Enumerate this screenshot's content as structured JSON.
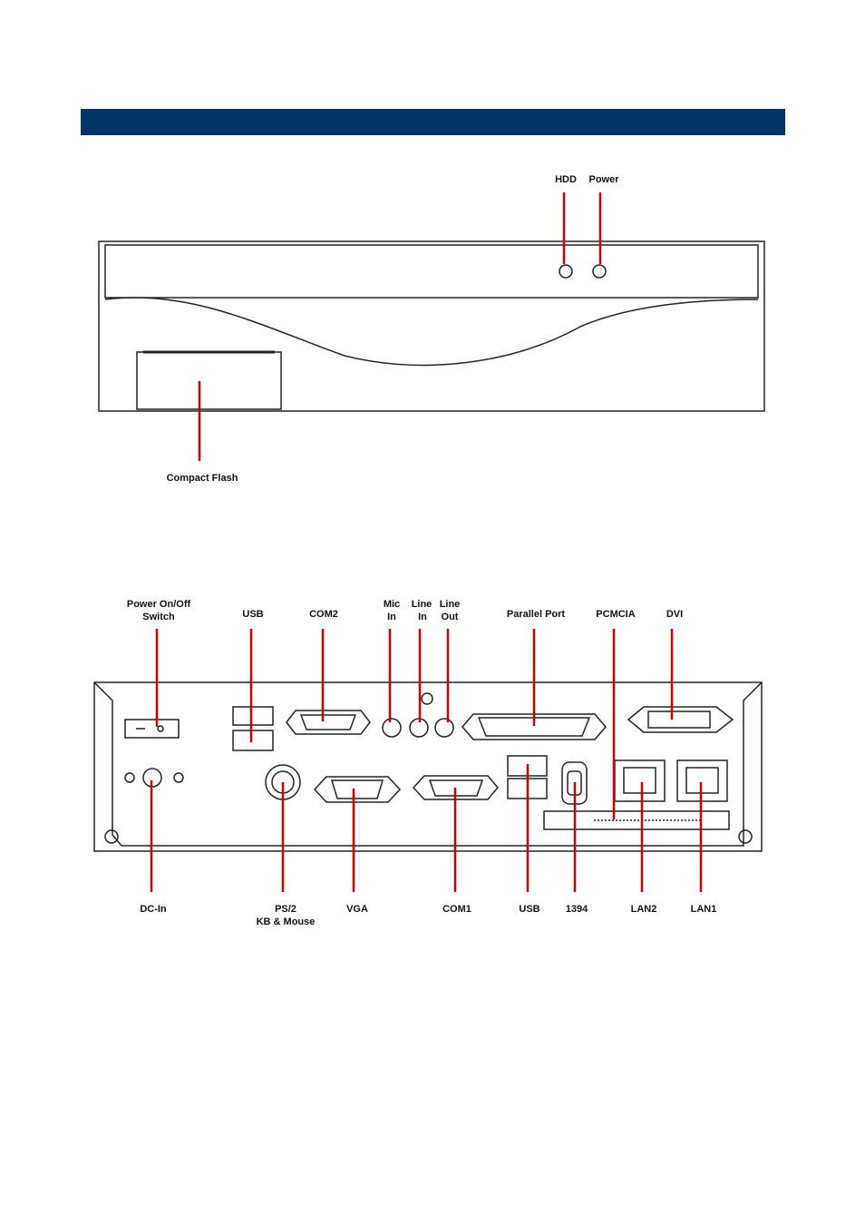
{
  "header": {
    "bar_color": "#003366"
  },
  "colors": {
    "callout": "#cc0000",
    "outline": "#222222"
  },
  "front_panel": {
    "labels": {
      "hdd": "HDD",
      "power": "Power",
      "compact_flash": "Compact Flash"
    }
  },
  "rear_panel": {
    "labels": {
      "power_switch_1": "Power On/Off",
      "power_switch_2": "Switch",
      "usb_top": "USB",
      "com2": "COM2",
      "mic_1": "Mic",
      "mic_2": "In",
      "line_in_1": "Line",
      "line_in_2": "In",
      "line_out_1": "Line",
      "line_out_2": "Out",
      "parallel": "Parallel Port",
      "pcmcia": "PCMCIA",
      "dvi": "DVI",
      "dc_in": "DC-In",
      "ps2_1": "PS/2",
      "ps2_2": "KB & Mouse",
      "vga": "VGA",
      "com1": "COM1",
      "usb_bottom": "USB",
      "ieee1394": "1394",
      "lan2": "LAN2",
      "lan1": "LAN1"
    }
  }
}
